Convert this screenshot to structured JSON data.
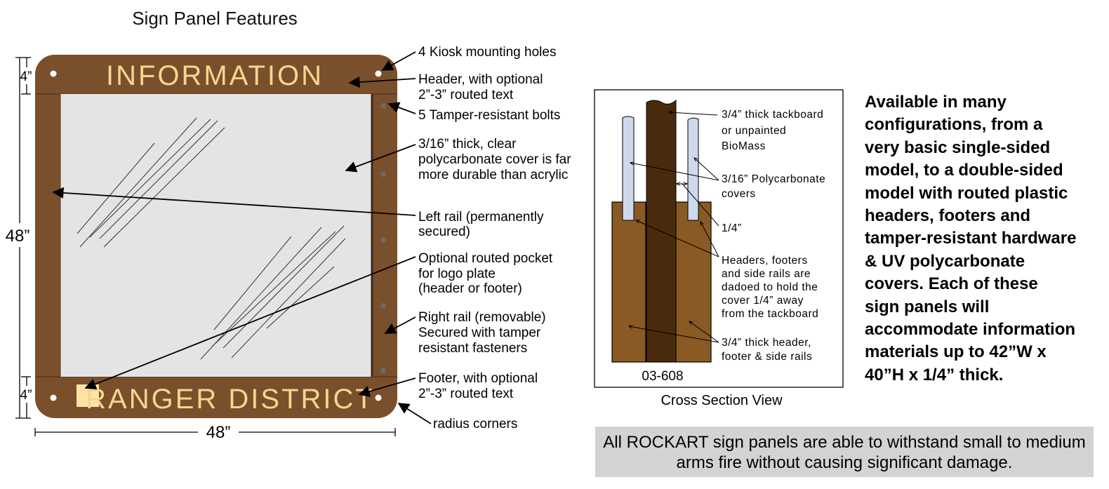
{
  "title": "Sign Panel Features",
  "sign": {
    "header_text": "INFORMATION",
    "footer_text": "RANGER DISTRICT",
    "dim_header": "4”",
    "dim_footer": "4”",
    "dim_height": "48”",
    "dim_width": "48”"
  },
  "callouts": [
    {
      "lines": [
        "4 Kiosk mounting holes"
      ]
    },
    {
      "lines": [
        "Header, with optional",
        "2”-3” routed text"
      ]
    },
    {
      "lines": [
        "5 Tamper-resistant bolts"
      ]
    },
    {
      "lines": [
        "3/16” thick, clear",
        "polycarbonate cover is far",
        "more durable than acrylic"
      ]
    },
    {
      "lines": [
        "Left rail (permanently",
        "secured)"
      ]
    },
    {
      "lines": [
        "Optional routed pocket",
        "for logo plate",
        "(header or footer)"
      ]
    },
    {
      "lines": [
        "Right rail (removable)",
        "Secured with tamper",
        "resistant fasteners"
      ]
    },
    {
      "lines": [
        "Footer, with optional",
        "2”-3” routed text"
      ]
    },
    {
      "lines": [
        "radius corners"
      ]
    }
  ],
  "cross_section": {
    "caption": "Cross Section View",
    "part_number": "03-608",
    "labels": [
      {
        "lines": [
          "3/4” thick tackboard",
          "or unpainted",
          "BioMass"
        ]
      },
      {
        "lines": [
          "3/16” Polycarbonate",
          "covers"
        ]
      },
      {
        "lines": [
          "1/4”"
        ]
      },
      {
        "lines": [
          "Headers, footers",
          "and side rails are",
          "dadoed to hold the",
          "cover 1/4” away",
          "from the tackboard"
        ]
      },
      {
        "lines": [
          "3/4” thick header,",
          "footer & side rails"
        ]
      }
    ]
  },
  "description_lines": [
    "Available in many",
    "configurations, from a",
    "very basic single-sided",
    "model, to a double-sided",
    "model with routed plastic",
    "headers, footers and",
    "tamper-resistant hardware",
    "& UV polycarbonate",
    "covers. Each of these",
    "sign panels will",
    "accommodate information",
    "materials up to 42”W x",
    "40”H x 1/4” thick."
  ],
  "banner_lines": [
    "All ROCKART sign panels are able to withstand small to medium",
    "arms fire without causing significant damage."
  ],
  "colors": {
    "wood": "#7a4f2b",
    "routed_text": "#f7d58f",
    "cover": "#e4e4e4",
    "tackboard": "#4a2a0c",
    "rail": "#8a5a24",
    "polycarb": "#cfd9ee",
    "banner": "#d3d3d3"
  }
}
